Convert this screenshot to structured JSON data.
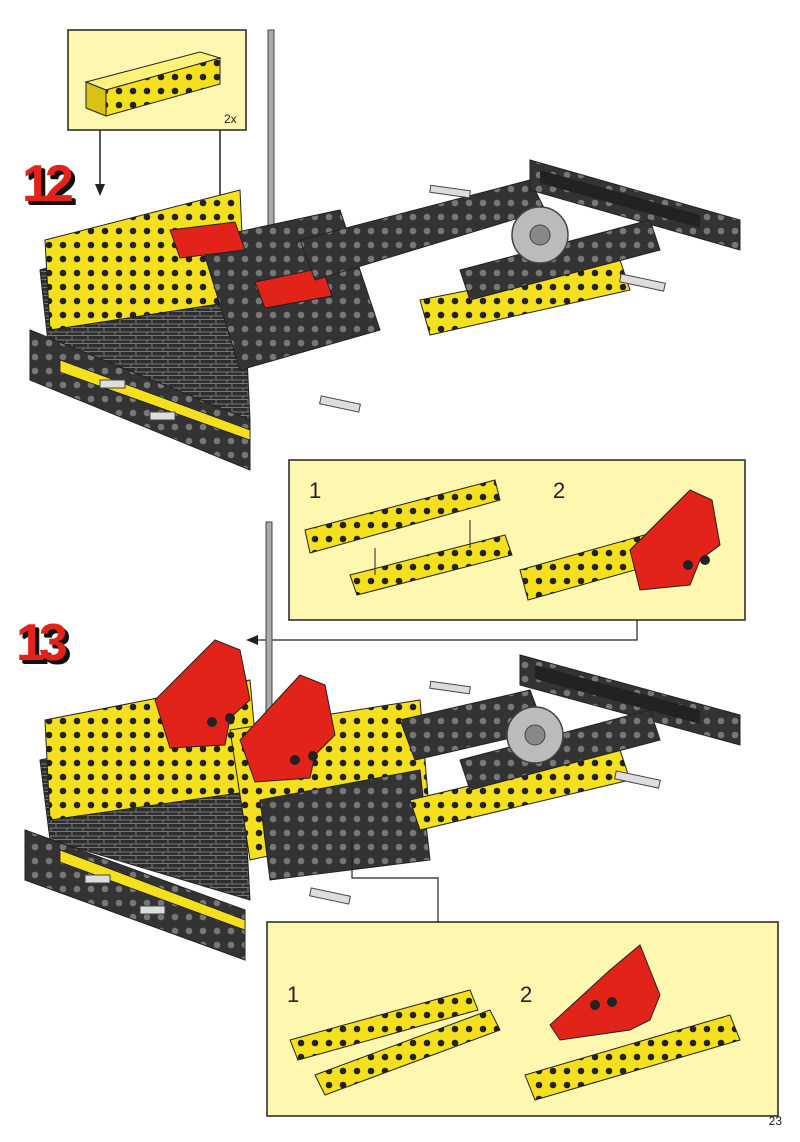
{
  "step12": {
    "number": "12",
    "parts_callout": {
      "quantity": "2x"
    }
  },
  "step13": {
    "number": "13",
    "callout_top": {
      "sub1": "1",
      "sub2": "2"
    },
    "callout_bottom": {
      "sub1": "1",
      "sub2": "2"
    }
  },
  "colors": {
    "yellow": "#f5e020",
    "black": "#2b2b2b",
    "red": "#e2231a",
    "grey": "#9a9a9a",
    "callout_bg": "#fdf7b0"
  },
  "page_number": "23"
}
